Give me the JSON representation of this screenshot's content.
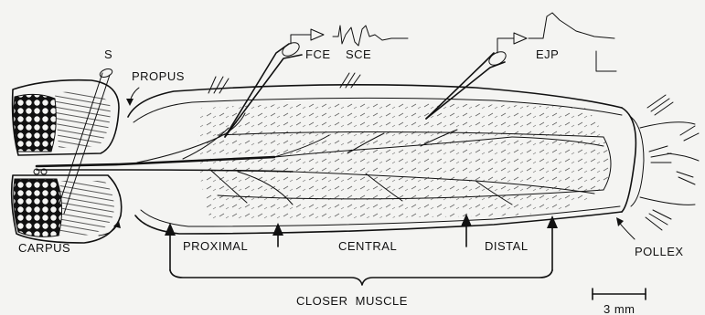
{
  "labels": {
    "s": "S",
    "propus": "PROPUS",
    "carpus": "CARPUS",
    "pollex": "POLLEX",
    "fce": "FCE",
    "sce": "SCE",
    "ejp": "EJP",
    "proximal": "PROXIMAL",
    "central": "CENTRAL",
    "distal": "DISTAL",
    "closer_muscle": "CLOSER  MUSCLE",
    "scale": "3 mm"
  }
}
